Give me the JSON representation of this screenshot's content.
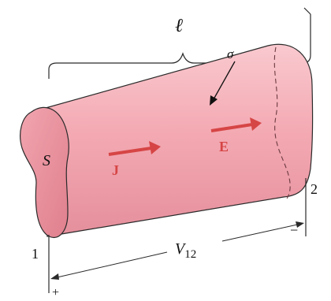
{
  "labels": {
    "length": "ℓ",
    "conductivity": "σ",
    "area": "S",
    "current_density": "J",
    "field": "E",
    "terminal_1": "1",
    "terminal_2": "2",
    "voltage": "V",
    "voltage_sub": "12",
    "plus": "+",
    "minus": "−"
  },
  "colors": {
    "body": "#f4aab3",
    "body_light": "#f9c9cf",
    "body_dark": "#e07f8d",
    "end_cap": "#e88d99",
    "outline": "#2a2a2a",
    "arrow": "#d64545",
    "ink": "#111111"
  }
}
